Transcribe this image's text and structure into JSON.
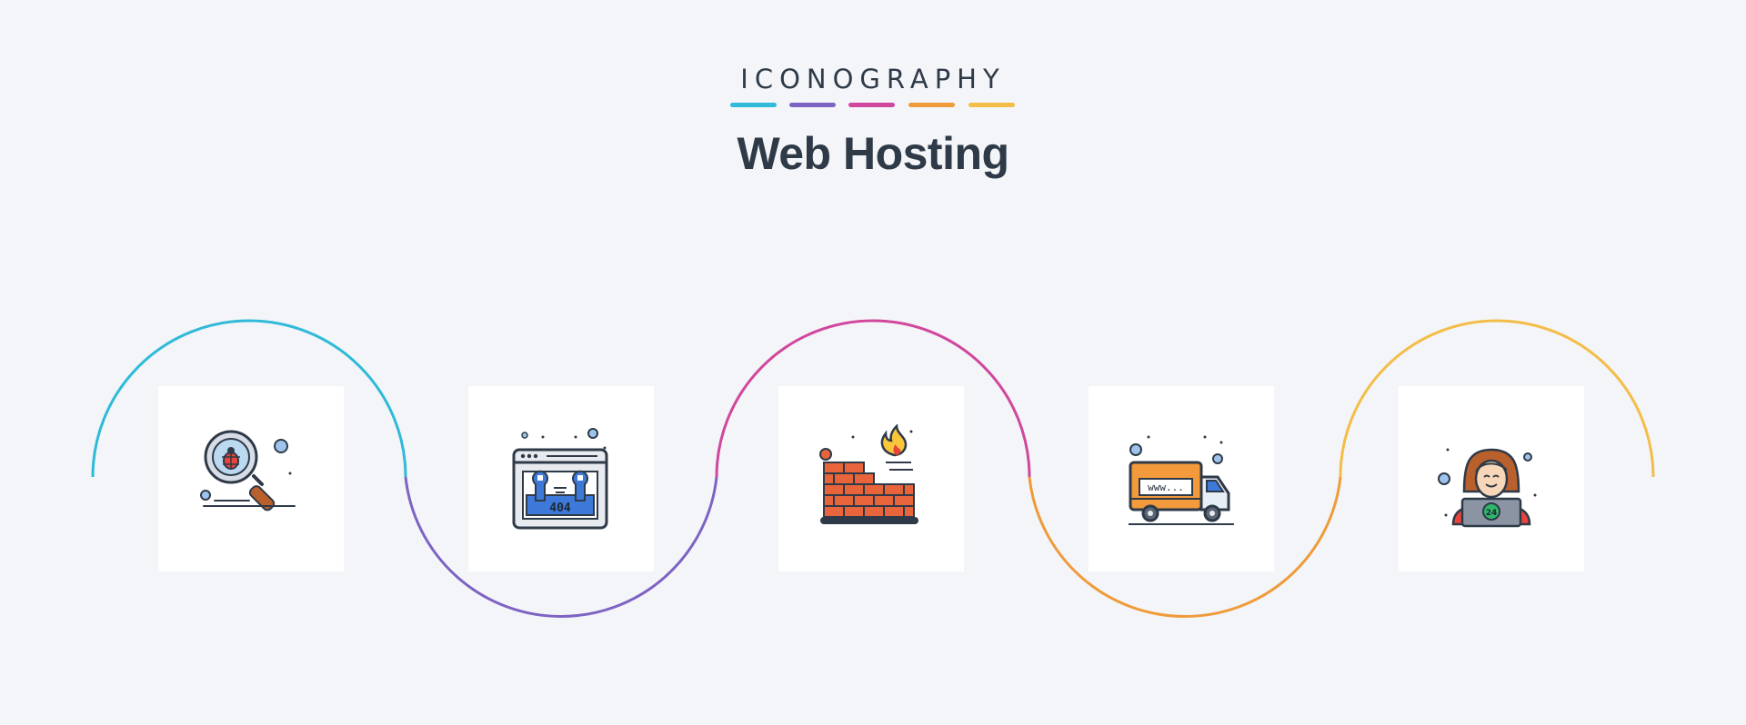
{
  "header": {
    "brand": "ICONOGRAPHY",
    "title": "Web Hosting",
    "accent_colors": [
      "#2fbad9",
      "#7d63c4",
      "#d0479d",
      "#ef9b3a",
      "#f3bd48"
    ]
  },
  "icons": [
    {
      "name": "bug-search-icon",
      "wave_color": "#2fbad9"
    },
    {
      "name": "error-404-browser-icon",
      "wave_color": "#7d63c4"
    },
    {
      "name": "firewall-icon",
      "wave_color": "#d0479d"
    },
    {
      "name": "www-truck-icon",
      "wave_color": "#ef9b3a"
    },
    {
      "name": "support-24-agent-icon",
      "wave_color": "#f3bd48"
    }
  ],
  "icon_labels": {
    "error_code": "404",
    "truck_text": "www...",
    "support_hours": "24"
  }
}
